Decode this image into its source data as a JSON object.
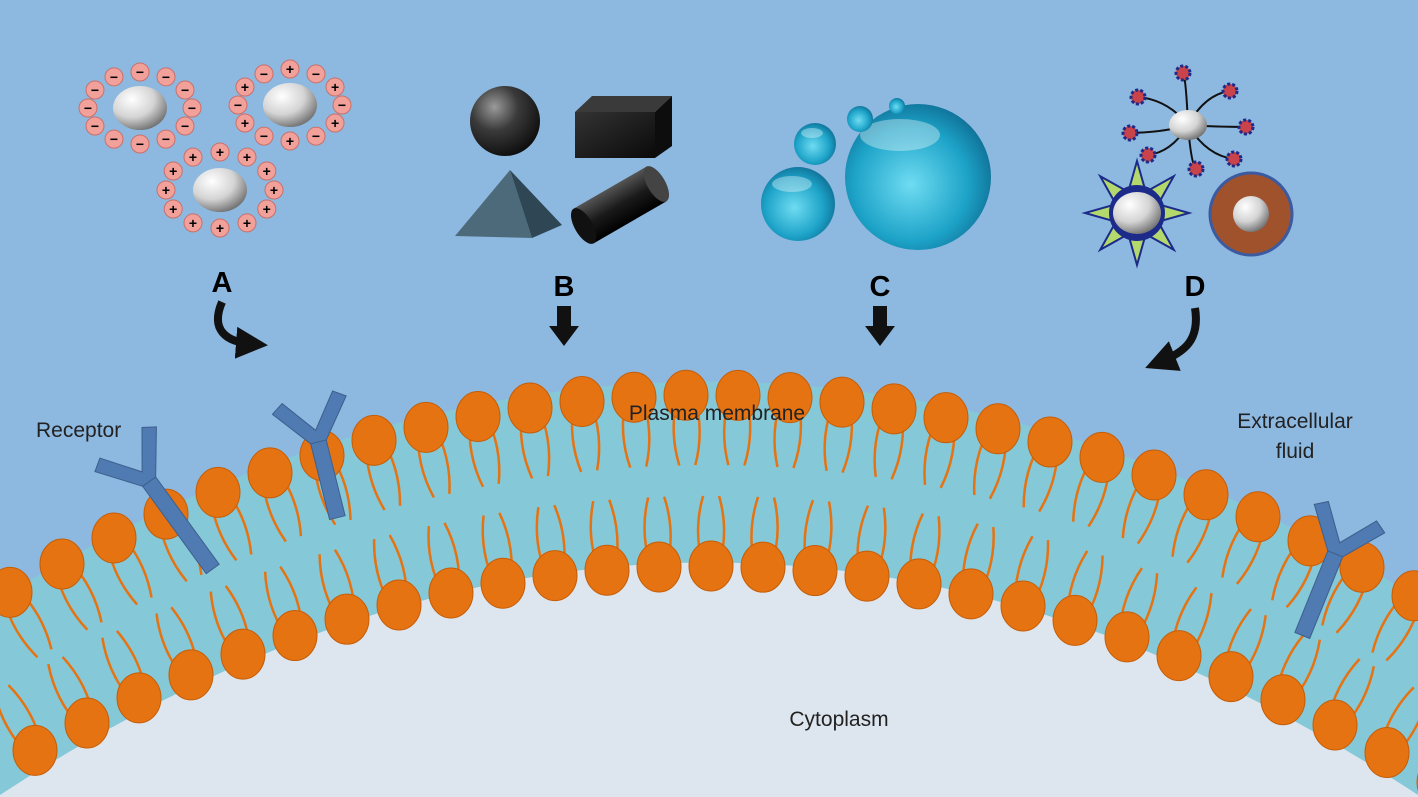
{
  "labels": {
    "a": "A",
    "b": "B",
    "c": "C",
    "d": "D",
    "receptor": "Receptor",
    "plasma_membrane": "Plasma membrane",
    "extracellular_1": "Extracellular",
    "extracellular_2": "fluid",
    "cytoplasm": "Cytoplasm"
  },
  "icons": {
    "charge_negative": "−",
    "charge_positive": "+"
  },
  "colors": {
    "background": "#8db8e0",
    "membrane_band": "#85c8d8",
    "cytoplasm": "#dde6ef",
    "lipid_head": "#e67312",
    "receptor": "#4f7ab2",
    "arrow": "#111111"
  }
}
